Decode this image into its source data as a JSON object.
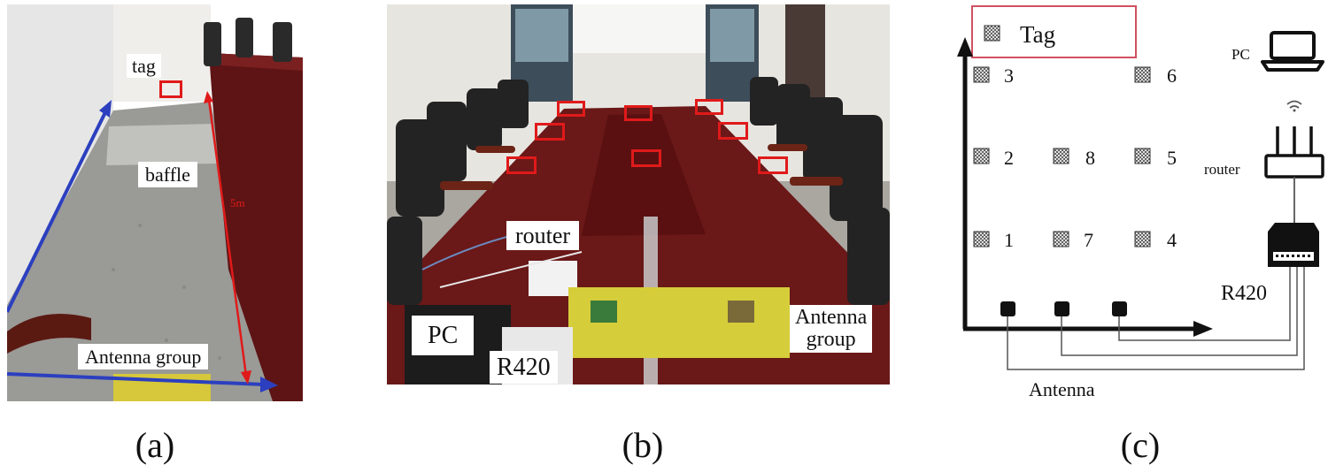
{
  "panel_a": {
    "caption": "(a)",
    "labels": {
      "tag": "tag",
      "baffle": "baffle",
      "distance": "5m",
      "antenna_group": "Antenna group"
    }
  },
  "panel_b": {
    "caption": "(b)",
    "labels": {
      "router": "router",
      "pc": "PC",
      "r420": "R420",
      "antenna_group_line1": "Antenna",
      "antenna_group_line2": "group"
    }
  },
  "panel_c": {
    "caption": "(c)",
    "legend_tag": "Tag",
    "tag_numbers": [
      "1",
      "2",
      "3",
      "4",
      "5",
      "6",
      "7",
      "8"
    ],
    "pc": "PC",
    "router": "router",
    "r420": "R420",
    "antenna": "Antenna"
  },
  "colors": {
    "red_box": "#e01a1a",
    "arrow_blue": "#2b3fbf",
    "arrow_red": "#e01a1a",
    "legend_border": "#d05060"
  }
}
